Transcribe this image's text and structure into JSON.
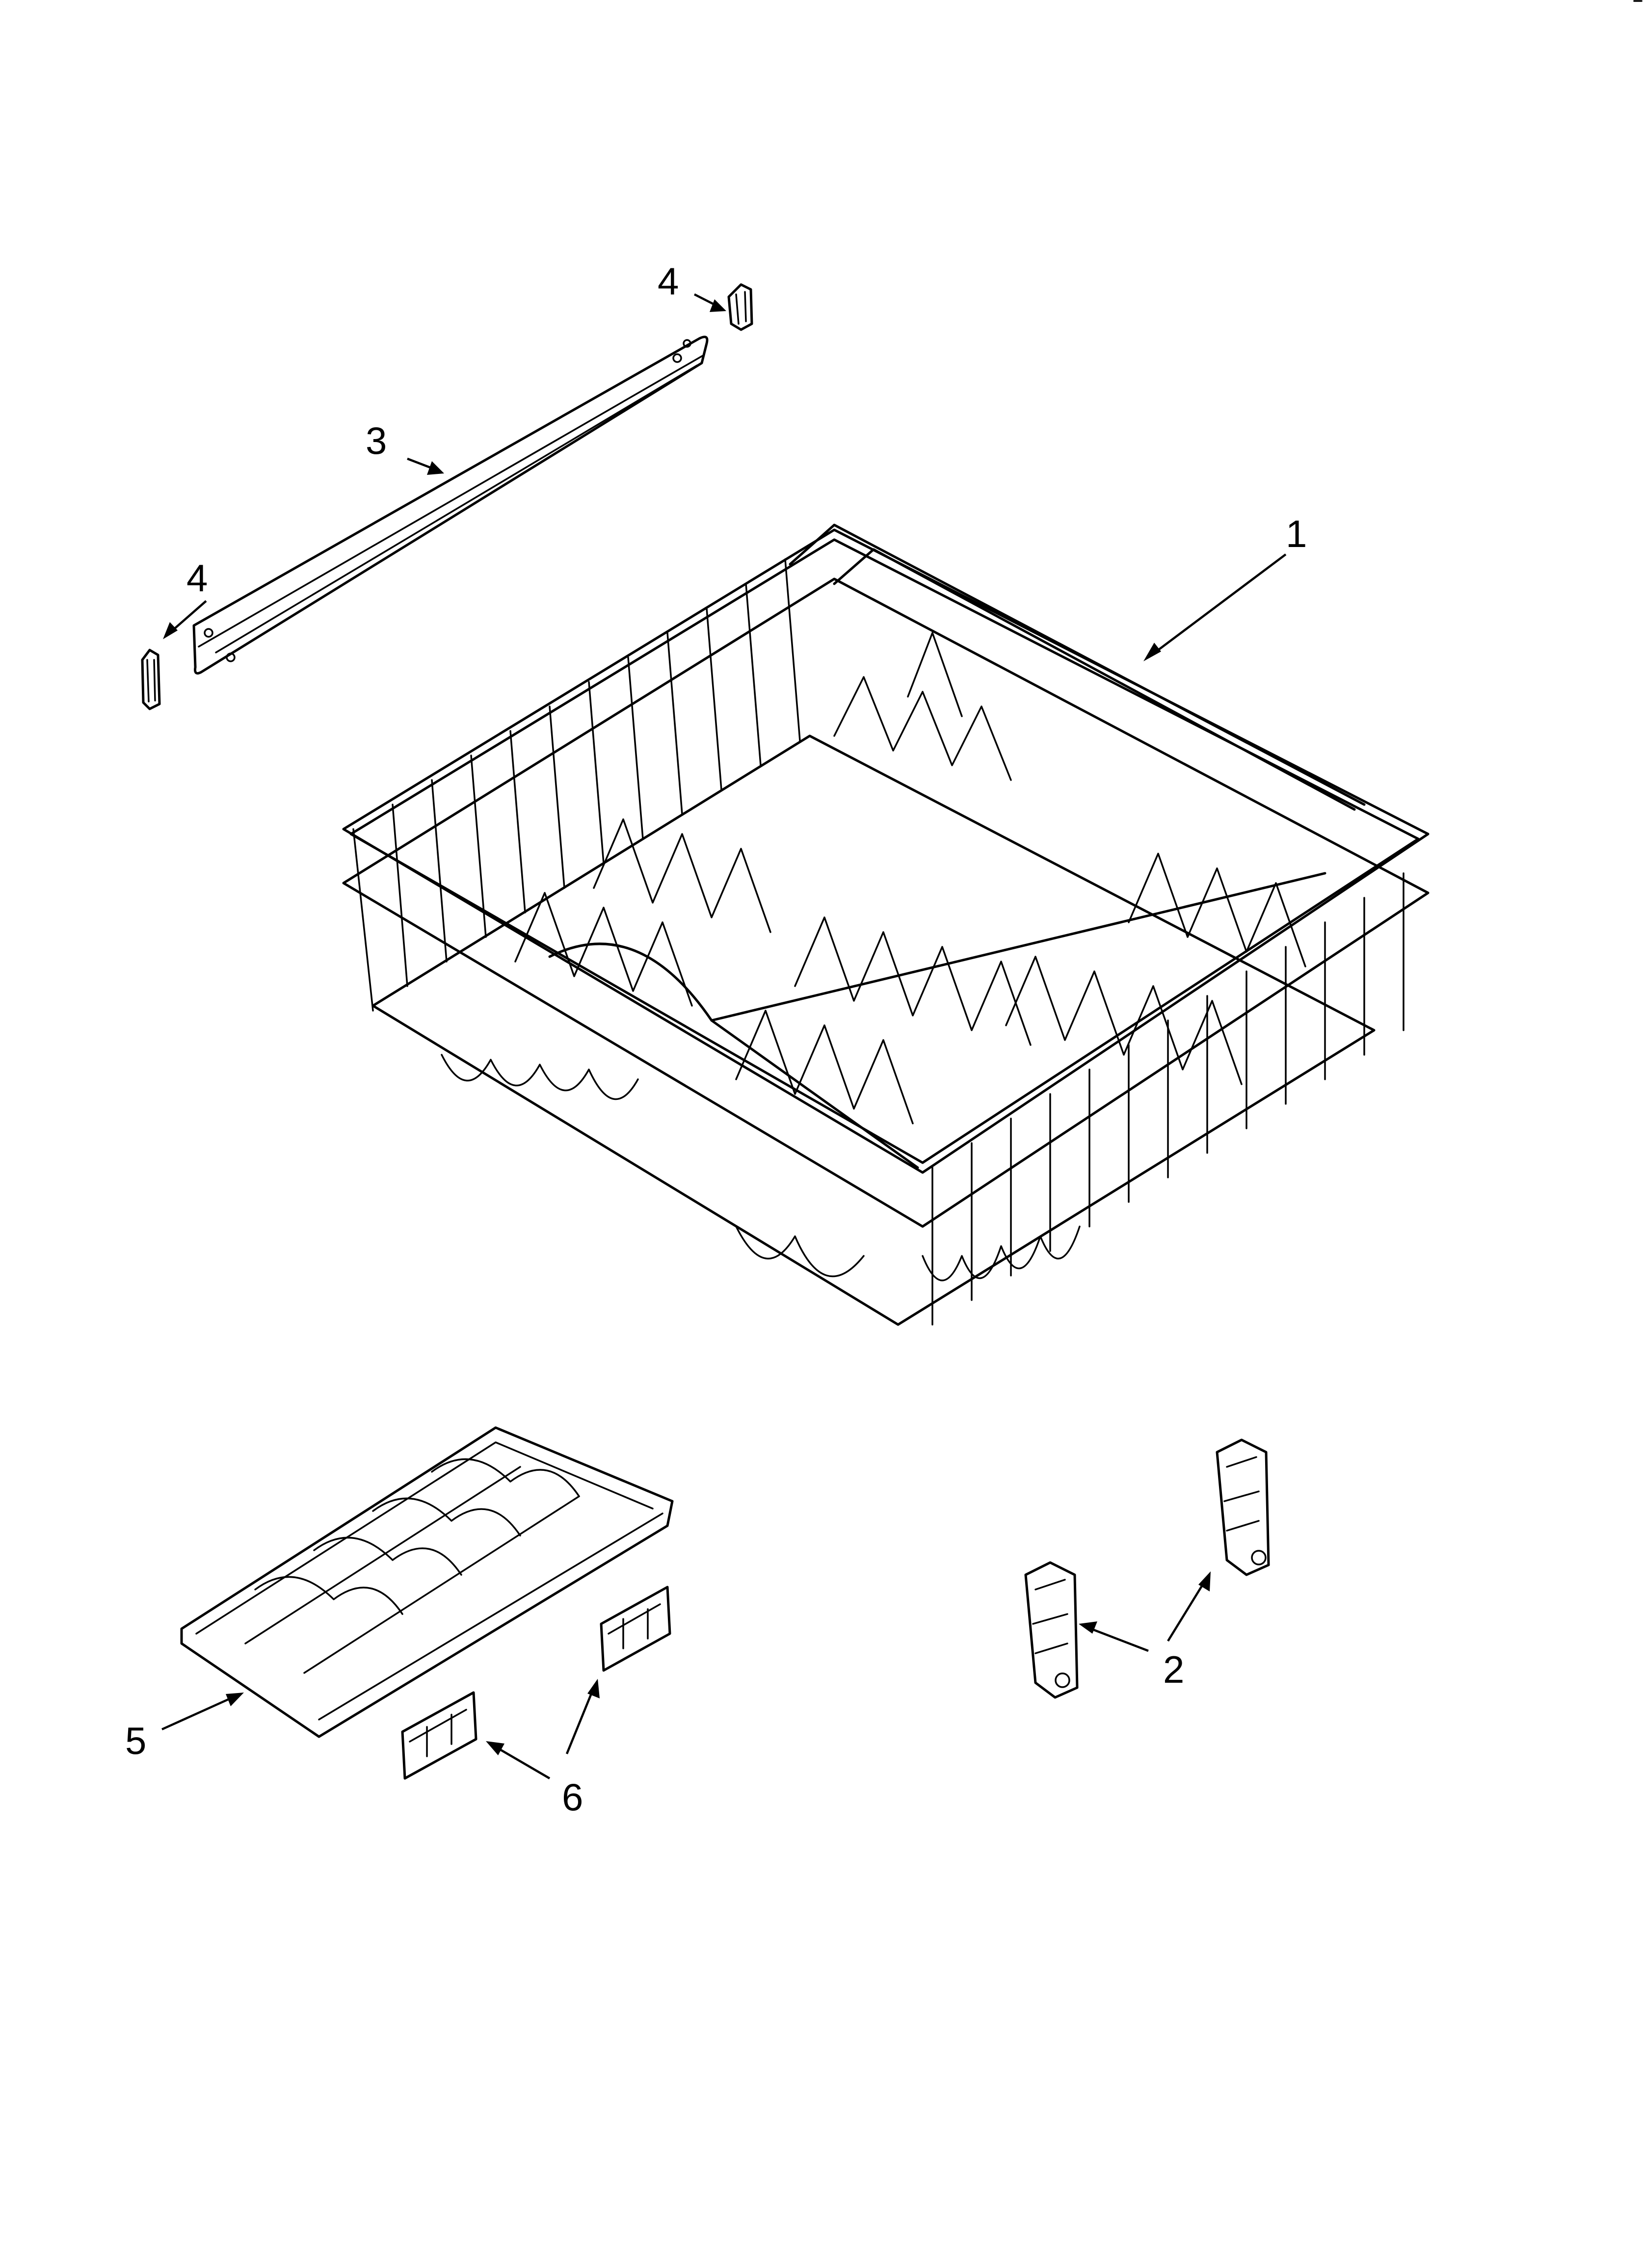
{
  "callouts": {
    "c1": "1",
    "c2": "2",
    "c3": "3",
    "c4_top": "4",
    "c4_left": "4",
    "c5": "5",
    "c6": "6"
  }
}
